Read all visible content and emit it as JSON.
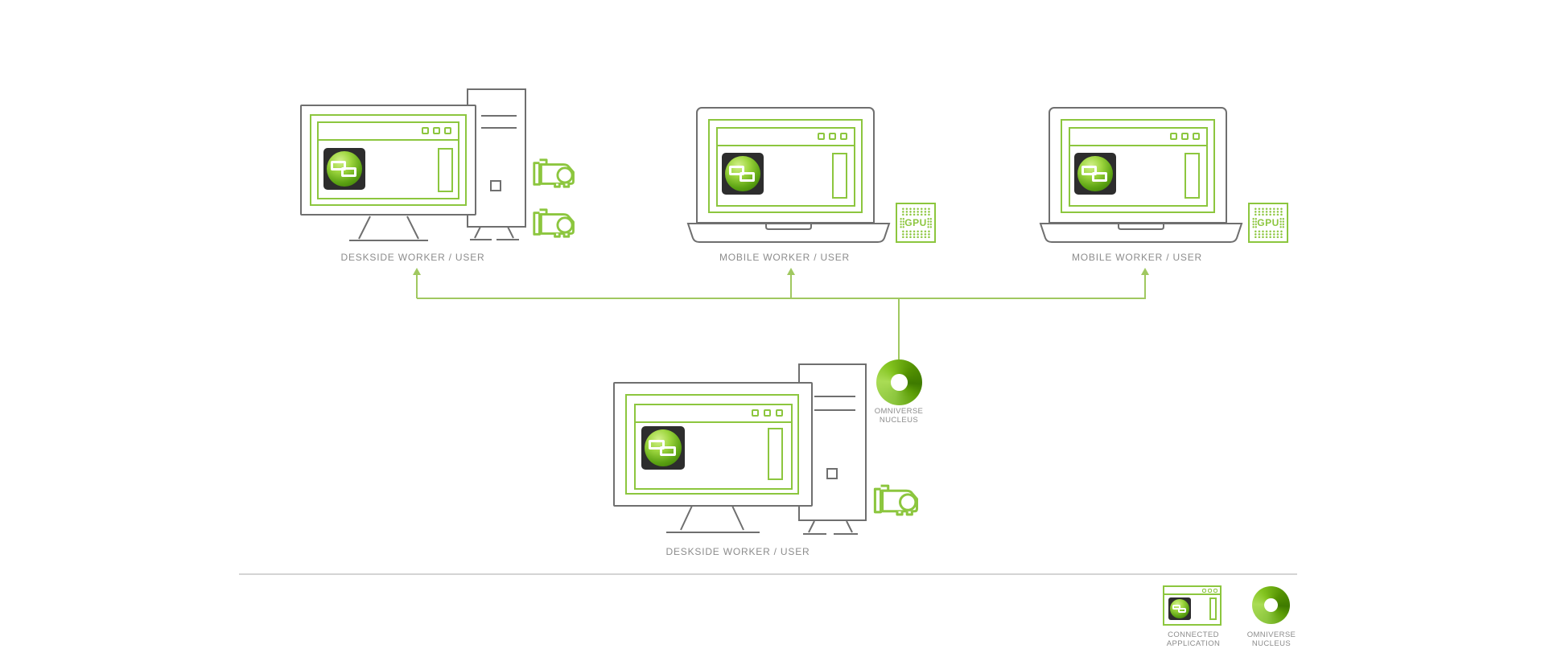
{
  "diagram": {
    "type": "network-topology",
    "description": "Workstations and laptops connected to Omniverse Nucleus"
  },
  "colors": {
    "accent_green": "#8CC63E",
    "nvidia_green": "#76B900",
    "connector_line_green": "#A0C860",
    "device_outline_gray": "#6F6F6F",
    "label_gray": "#8C8C8C",
    "app_icon_dark": "#2D2D2D",
    "divider_gray": "#D4D4D4"
  },
  "nodes": [
    {
      "id": "deskside-worker-1",
      "label": "DESKSIDE WORKER / USER",
      "device": "desktop-with-tower",
      "gpu_cards": 2,
      "icons": [
        "connected-application-icon",
        "gpu-card-icon",
        "gpu-card-icon"
      ]
    },
    {
      "id": "mobile-worker-1",
      "label": "MOBILE WORKER / USER",
      "device": "laptop",
      "gpu_chip_label": "GPU",
      "icons": [
        "connected-application-icon",
        "gpu-chip-icon"
      ]
    },
    {
      "id": "mobile-worker-2",
      "label": "MOBILE WORKER / USER",
      "device": "laptop",
      "gpu_chip_label": "GPU",
      "icons": [
        "connected-application-icon",
        "gpu-chip-icon"
      ]
    },
    {
      "id": "deskside-worker-2",
      "label": "DESKSIDE WORKER / USER",
      "device": "desktop-with-tower",
      "gpu_cards": 1,
      "icons": [
        "connected-application-icon",
        "gpu-card-icon"
      ]
    }
  ],
  "hub": {
    "icon": "omniverse-nucleus-icon",
    "label_line1": "OMNIVERSE",
    "label_line2": "NUCLEUS"
  },
  "legend": {
    "items": [
      {
        "icon": "connected-application-icon",
        "label_line1": "CONNECTED",
        "label_line2": "APPLICATION"
      },
      {
        "icon": "omniverse-nucleus-icon",
        "label_line1": "OMNIVERSE",
        "label_line2": "NUCLEUS"
      }
    ]
  }
}
